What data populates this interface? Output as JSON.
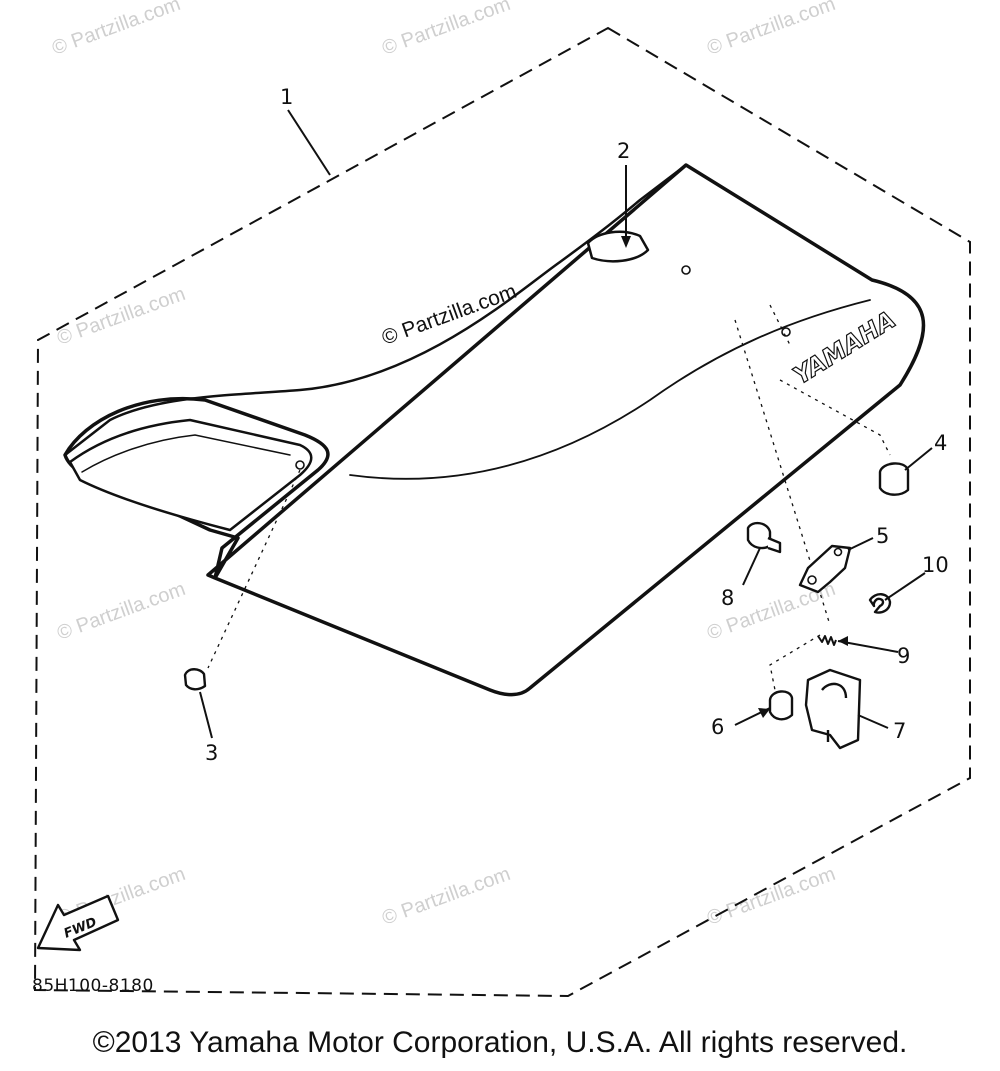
{
  "callouts": [
    "1",
    "2",
    "3",
    "4",
    "5",
    "6",
    "7",
    "8",
    "9",
    "10"
  ],
  "seat_badge": "YAMAHA",
  "fwd_label": "FWD",
  "watermark": "© Partzilla.com",
  "diagram_code": "85H100-8180",
  "copyright": "©2013 Yamaha Motor Corporation, U.S.A. All rights reserved."
}
